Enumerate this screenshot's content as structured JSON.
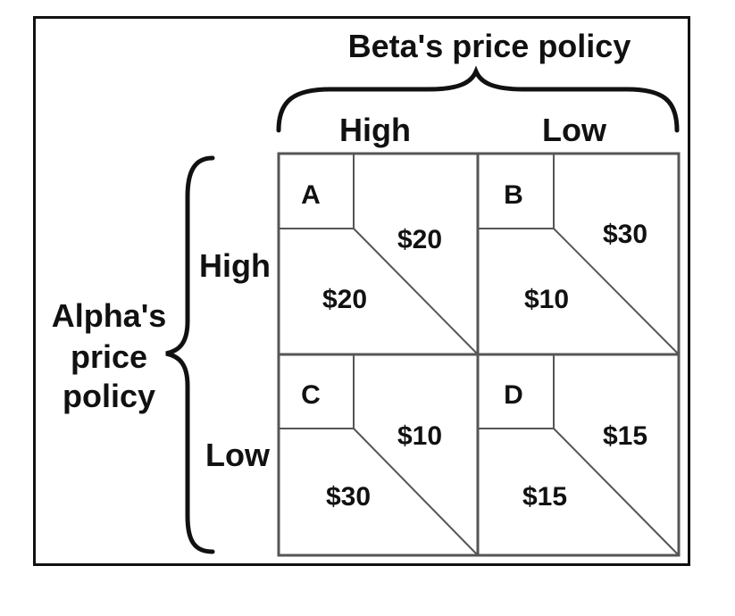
{
  "column_player_label": "Beta's price policy",
  "row_player_label": [
    "Alpha's",
    "price",
    "policy"
  ],
  "columns": [
    "High",
    "Low"
  ],
  "rows": [
    "High",
    "Low"
  ],
  "cells": [
    {
      "label": "A",
      "beta_payoff": "$20",
      "alpha_payoff": "$20"
    },
    {
      "label": "B",
      "beta_payoff": "$30",
      "alpha_payoff": "$10"
    },
    {
      "label": "C",
      "beta_payoff": "$10",
      "alpha_payoff": "$30"
    },
    {
      "label": "D",
      "beta_payoff": "$15",
      "alpha_payoff": "$15"
    }
  ],
  "colors": {
    "ink": "#111111",
    "grid": "#555555",
    "background": "#ffffff"
  }
}
